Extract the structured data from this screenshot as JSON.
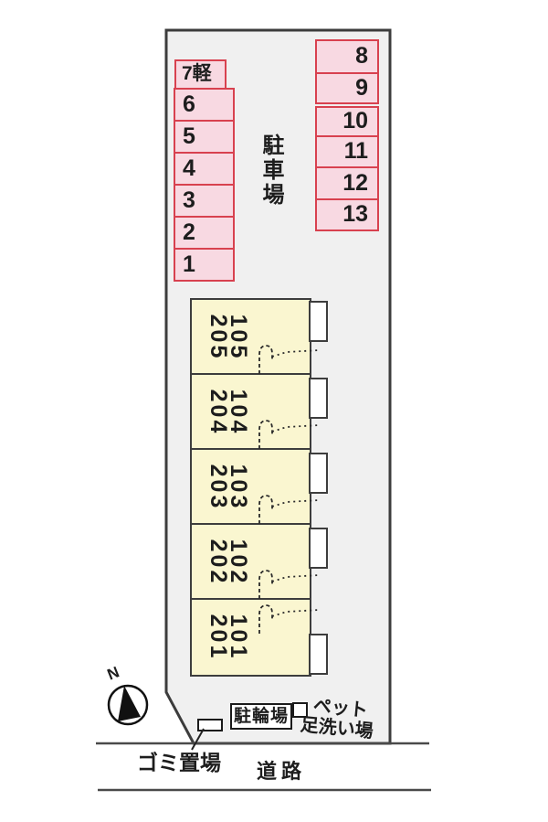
{
  "plan": {
    "parking_lot_label": "駐車場",
    "left_spaces": [
      "7軽",
      "6",
      "5",
      "4",
      "3",
      "2",
      "1"
    ],
    "right_spaces": [
      "8",
      "9",
      "10",
      "11",
      "12",
      "13"
    ],
    "units": [
      {
        "upper": "205",
        "lower": "105"
      },
      {
        "upper": "204",
        "lower": "104"
      },
      {
        "upper": "203",
        "lower": "103"
      },
      {
        "upper": "202",
        "lower": "102"
      },
      {
        "upper": "201",
        "lower": "101"
      }
    ],
    "bicycle_parking_label": "駐輪場",
    "pet_wash_line1": "ペット",
    "pet_wash_line2": "足洗い場",
    "garbage_label": "ゴミ置場",
    "road_label": "道路",
    "compass_north_label": "N"
  },
  "colors": {
    "site_fill": "#f0f0f0",
    "parking_fill": "#f8d9e2",
    "parking_border": "#d8414f",
    "building_fill": "#faf6d0",
    "building_border": "#3d3d3d",
    "ink": "#1d1d1d",
    "line": "#4a4a4a"
  }
}
